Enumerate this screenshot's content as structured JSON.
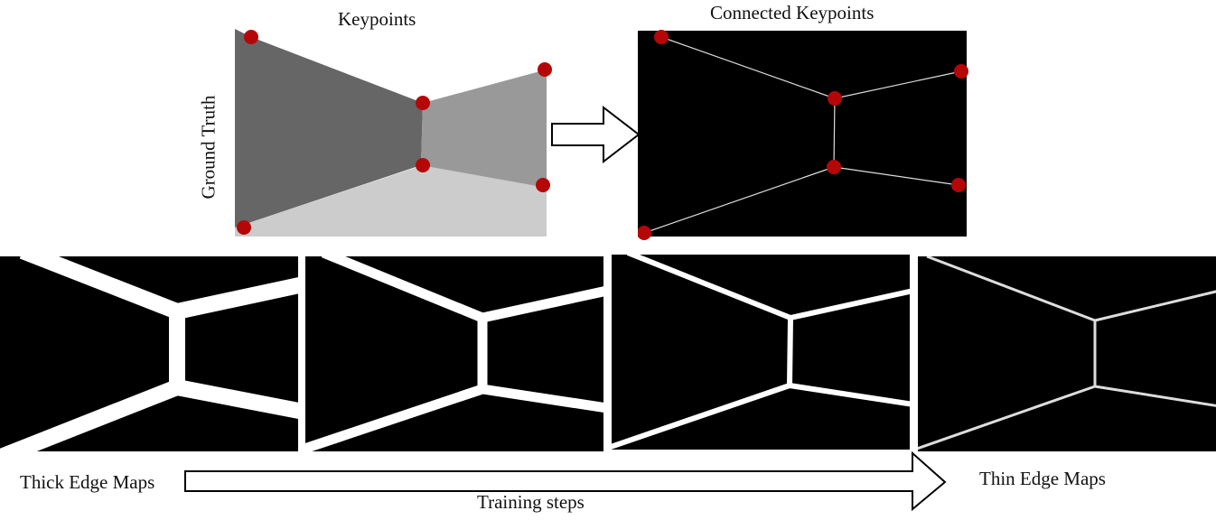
{
  "labels": {
    "keypoints": "Keypoints",
    "connected_keypoints": "Connected Keypoints",
    "ground_truth": "Ground Truth",
    "thick_edge_maps": "Thick Edge Maps",
    "thin_edge_maps": "Thin Edge Maps",
    "training_steps": "Training steps"
  },
  "colors": {
    "keypoint": "#b50707",
    "wall_left": "#666666",
    "wall_right": "#999999",
    "floor": "#cccccc",
    "edge_map_background": "#000000",
    "edge_line": "#ffffff",
    "arrow_stroke": "#000000"
  },
  "edge_maps": {
    "count": 4,
    "progression": "thick to thin over training steps"
  }
}
